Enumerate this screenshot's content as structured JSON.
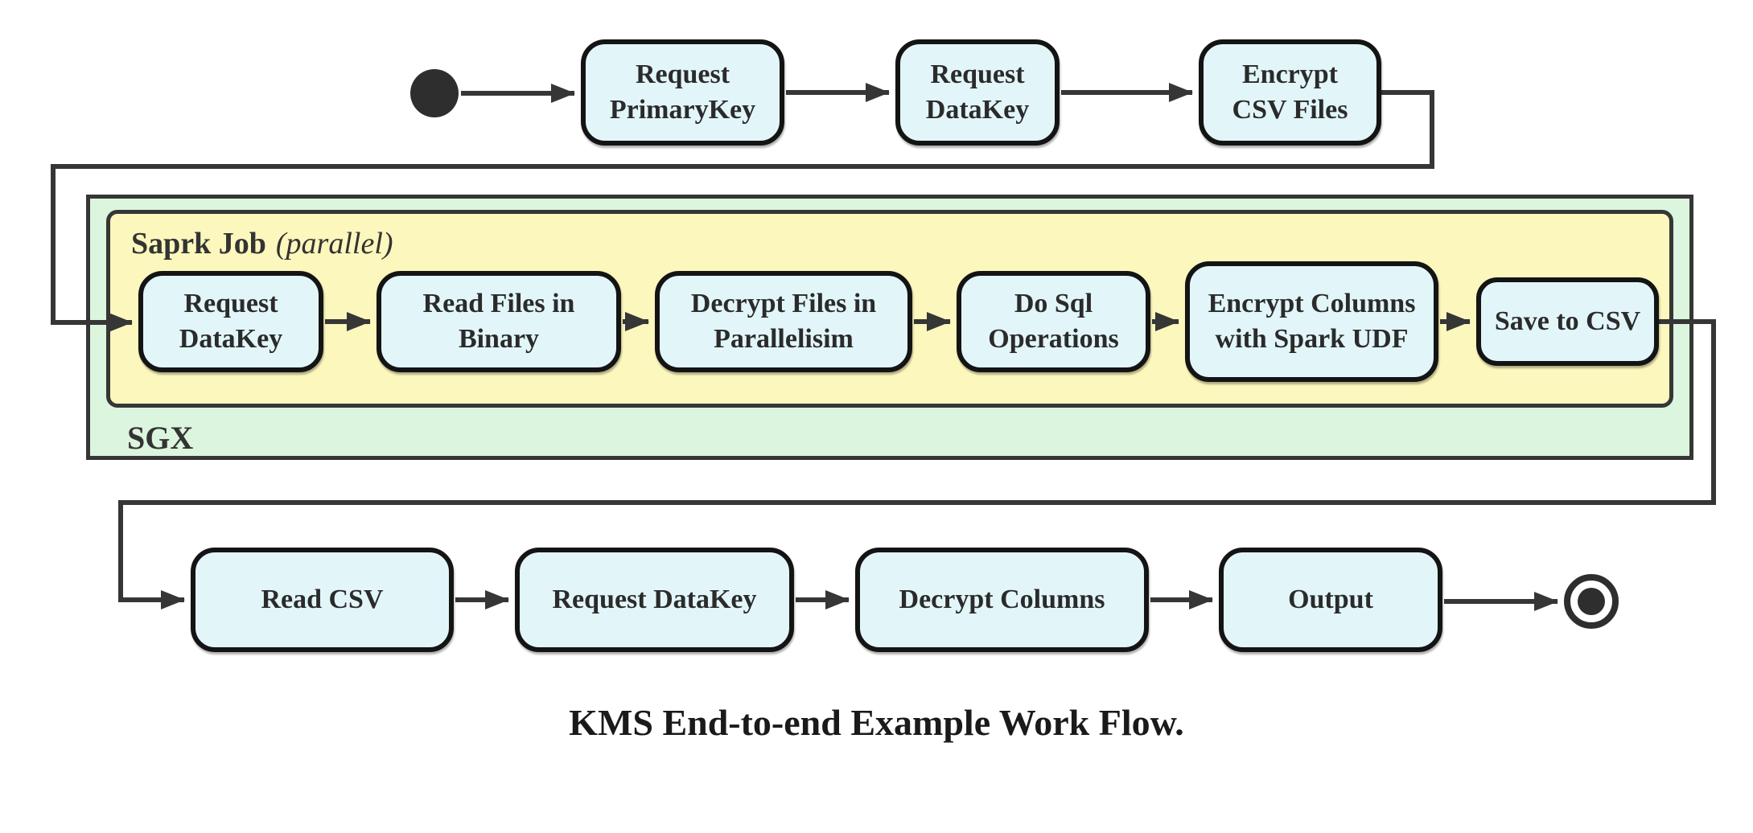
{
  "diagram": {
    "caption": "KMS End-to-end Example Work Flow.",
    "containers": {
      "sgx": {
        "label": "SGX",
        "fill": "#dcf5de"
      },
      "spark_job": {
        "label": "Saprk Job",
        "qualifier": "(parallel)",
        "fill": "#fcf7bc"
      }
    },
    "colors": {
      "node_fill": "#e2f6fa",
      "node_border": "#141414",
      "container_border": "#363636",
      "edge": "#363636",
      "text": "#2b2b2b"
    },
    "start_node": {
      "type": "initial state"
    },
    "end_node": {
      "type": "final state"
    },
    "rows": {
      "top": [
        {
          "label": "Request PrimaryKey"
        },
        {
          "label": "Request DataKey"
        },
        {
          "label": "Encrypt CSV Files"
        }
      ],
      "spark": [
        {
          "label": "Request DataKey"
        },
        {
          "label": "Read Files in Binary"
        },
        {
          "label": "Decrypt Files in Parallelisim"
        },
        {
          "label": "Do Sql Operations"
        },
        {
          "label": "Encrypt Columns with Spark UDF"
        },
        {
          "label": "Save to CSV"
        }
      ],
      "bottom": [
        {
          "label": "Read CSV"
        },
        {
          "label": "Request DataKey"
        },
        {
          "label": "Decrypt Columns"
        },
        {
          "label": "Output"
        }
      ]
    }
  }
}
